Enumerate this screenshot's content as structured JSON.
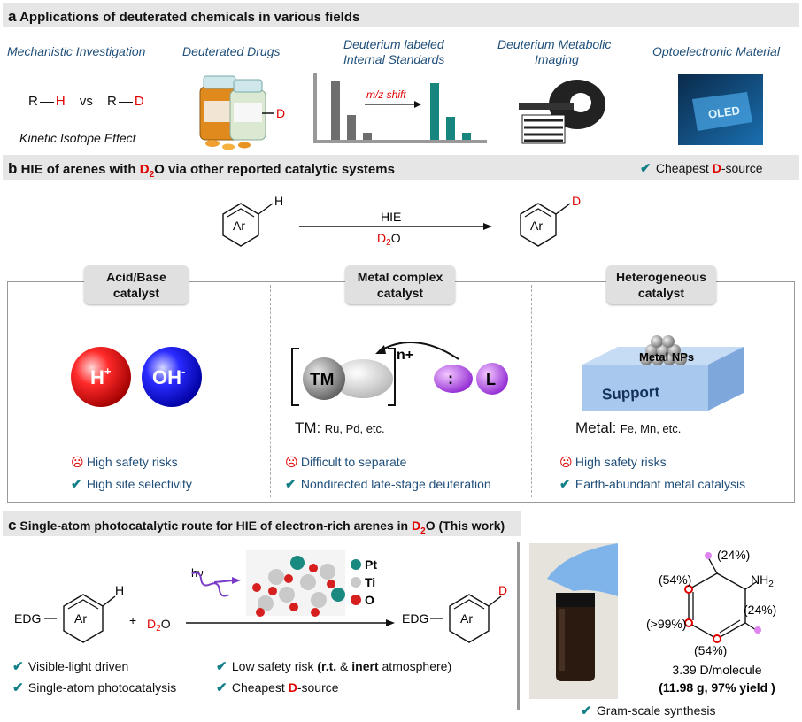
{
  "section_a": {
    "letter": "a",
    "title": "Applications of deuterated chemicals in various fields"
  },
  "apps": {
    "mech": "Mechanistic Investigation",
    "drugs": "Deuterated Drugs",
    "std1": "Deuterium labeled",
    "std2": "Internal Standards",
    "img1": "Deuterium Metabolic",
    "img2": "Imaging",
    "opto": "Optoelectronic Material",
    "kie": "Kinetic Isotope Effect",
    "vs": "vs",
    "mz": "m/z shift",
    "oled": "OLED"
  },
  "section_b": {
    "letter": "b",
    "title_pre": "HIE of arenes with ",
    "title_d": "D",
    "title_sub": "2",
    "title_post": "O via other reported catalytic systems",
    "badge_pre": "Cheapest ",
    "badge_d": "D",
    "badge_post": "-source"
  },
  "reaction": {
    "ar": "Ar",
    "h": "H",
    "d": "D",
    "hie": "HIE",
    "d2o_d": "D",
    "d2o_sub": "2",
    "d2o_o": "O"
  },
  "catalysts": [
    {
      "title1": "Acid/Base",
      "title2": "catalyst"
    },
    {
      "title1": "Metal complex",
      "title2": "catalyst"
    },
    {
      "title1": "Heterogeneous",
      "title2": "catalyst"
    }
  ],
  "acid": {
    "h": "H",
    "hsup": "+",
    "oh": "OH",
    "ohsup": "-"
  },
  "metal": {
    "tm": "TM",
    "charge": "n+",
    "colon": ":",
    "l": "L",
    "tm_label": "TM:",
    "tm_list": "Ru, Pd, etc."
  },
  "hetero": {
    "np": "Metal NPs",
    "support": "Support",
    "metal_label": "Metal:",
    "metal_list": "Fe, Mn, etc."
  },
  "pros": [
    {
      "neg": "High safety risks",
      "pos": "High site selectivity"
    },
    {
      "neg": "Difficult to separate",
      "pos": "Nondirected late-stage deuteration"
    },
    {
      "neg": "High safety risks",
      "pos": "Earth-abundant metal catalysis"
    }
  ],
  "section_c": {
    "letter": "c",
    "title_pre": "Single-atom photocatalytic route for HIE of electron-rich arenes in ",
    "title_d": "D",
    "title_sub": "2",
    "title_post": "O (This work)"
  },
  "c_rxn": {
    "edg": "EDG",
    "ar": "Ar",
    "h": "H",
    "d": "D",
    "plus": "+",
    "d2o_d": "D",
    "d2o_sub": "2",
    "d2o_o": "O",
    "hv": "hν",
    "pt": "Pt",
    "ti": "Ti",
    "o": "O"
  },
  "c_points": {
    "p1": "Visible-light driven",
    "p2": "Single-atom photocatalysis",
    "p3_pre": "Low safety risk ",
    "p3_b1": "(r.t.",
    "p3_mid": " & ",
    "p3_b2": "inert",
    "p3_post": " atmosphere)",
    "p4_pre": "Cheapest ",
    "p4_d": "D",
    "p4_post": "-source"
  },
  "product": {
    "nh2": "NH",
    "nh2_sub": "2",
    "p24a": "(24%)",
    "p54a": "(54%)",
    "p99": "(>99%)",
    "p24b": "(24%)",
    "p54b": "(54%)",
    "dpm": "3.39 D/molecule",
    "yield": "(11.98 g, 97% yield )",
    "gram": "Gram-scale synthesis"
  },
  "colors": {
    "red": "#e00000",
    "teal": "#16808a",
    "blue": "#1f4e79",
    "band": "#e6e6e6"
  }
}
